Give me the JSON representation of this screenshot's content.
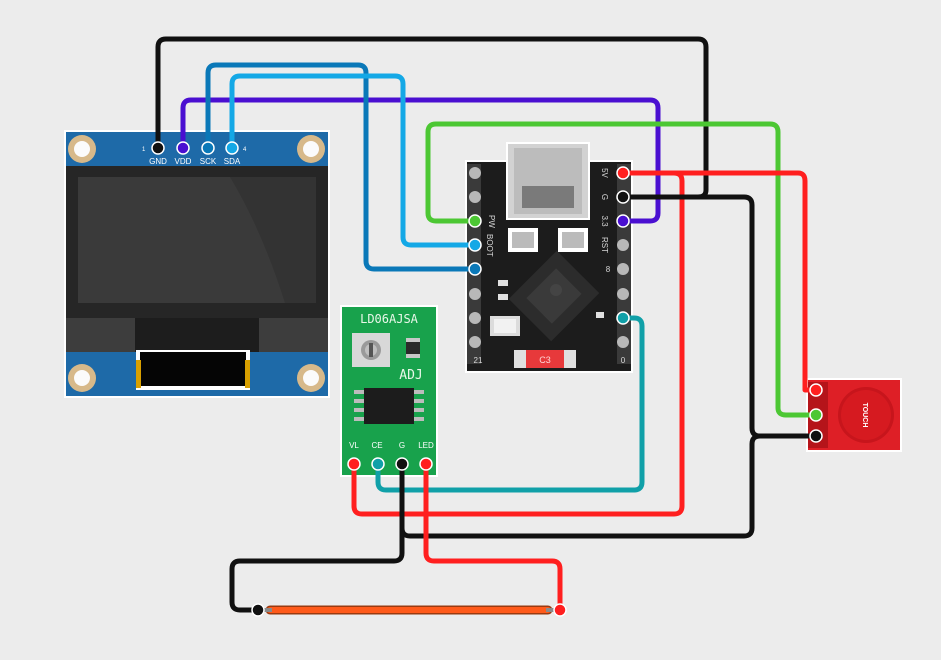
{
  "oled": {
    "pin_labels": [
      "GND",
      "VDD",
      "SCK",
      "SDA"
    ],
    "pin_numbers": [
      "1",
      "4"
    ]
  },
  "ldo": {
    "title": "LD06AJSA",
    "adj_label": "ADJ",
    "pin_labels": [
      "VL",
      "CE",
      "G",
      "LED"
    ]
  },
  "esp32": {
    "left_labels": [
      "PW",
      "BOOT"
    ],
    "right_labels": [
      "5V",
      "G",
      "3.3",
      "RST",
      "8"
    ],
    "bottom_left": "21",
    "bottom_right": "0",
    "chip_label": "C3"
  },
  "touch": {
    "label": "TOUCH"
  },
  "wire_colors": {
    "black": "#111111",
    "purple": "#4a0fd1",
    "blue_dark": "#0a78b8",
    "blue_light": "#14a8e6",
    "green": "#4cc733",
    "red": "#ff1f1f",
    "teal": "#10a0a8",
    "orange": "#ff5a1a"
  }
}
